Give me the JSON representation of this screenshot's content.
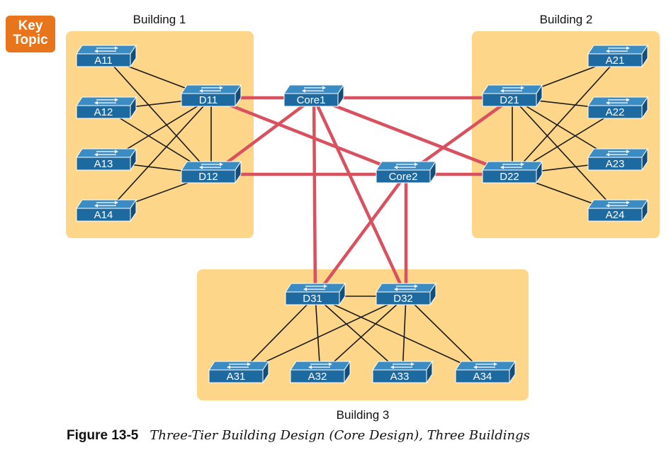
{
  "badge": {
    "line1": "Key",
    "line2": "Topic"
  },
  "colors": {
    "building": "#fdd68a",
    "switch": "#1d6aa0",
    "switch_top": "#3a8cc3",
    "core_link": "#d9505e",
    "access_link": "#1a1a1a"
  },
  "buildings": [
    {
      "id": "b1",
      "label": "Building 1"
    },
    {
      "id": "b2",
      "label": "Building 2"
    },
    {
      "id": "b3",
      "label": "Building 3"
    }
  ],
  "switches": [
    {
      "id": "A11",
      "label": "A11",
      "icon": "switch-icon"
    },
    {
      "id": "A12",
      "label": "A12",
      "icon": "switch-icon"
    },
    {
      "id": "A13",
      "label": "A13",
      "icon": "switch-icon"
    },
    {
      "id": "A14",
      "label": "A14",
      "icon": "switch-icon"
    },
    {
      "id": "D11",
      "label": "D11",
      "icon": "switch-icon"
    },
    {
      "id": "D12",
      "label": "D12",
      "icon": "switch-icon"
    },
    {
      "id": "Core1",
      "label": "Core1",
      "icon": "switch-icon"
    },
    {
      "id": "Core2",
      "label": "Core2",
      "icon": "switch-icon"
    },
    {
      "id": "D21",
      "label": "D21",
      "icon": "switch-icon"
    },
    {
      "id": "D22",
      "label": "D22",
      "icon": "switch-icon"
    },
    {
      "id": "A21",
      "label": "A21",
      "icon": "switch-icon"
    },
    {
      "id": "A22",
      "label": "A22",
      "icon": "switch-icon"
    },
    {
      "id": "A23",
      "label": "A23",
      "icon": "switch-icon"
    },
    {
      "id": "A24",
      "label": "A24",
      "icon": "switch-icon"
    },
    {
      "id": "D31",
      "label": "D31",
      "icon": "switch-icon"
    },
    {
      "id": "D32",
      "label": "D32",
      "icon": "switch-icon"
    },
    {
      "id": "A31",
      "label": "A31",
      "icon": "switch-icon"
    },
    {
      "id": "A32",
      "label": "A32",
      "icon": "switch-icon"
    },
    {
      "id": "A33",
      "label": "A33",
      "icon": "switch-icon"
    },
    {
      "id": "A34",
      "label": "A34",
      "icon": "switch-icon"
    }
  ],
  "core_links": [
    [
      "Core1",
      "D11"
    ],
    [
      "Core1",
      "D12"
    ],
    [
      "Core1",
      "D21"
    ],
    [
      "Core1",
      "D22"
    ],
    [
      "Core1",
      "D31"
    ],
    [
      "Core1",
      "D32"
    ],
    [
      "Core2",
      "D11"
    ],
    [
      "Core2",
      "D12"
    ],
    [
      "Core2",
      "D21"
    ],
    [
      "Core2",
      "D22"
    ],
    [
      "Core2",
      "D31"
    ],
    [
      "Core2",
      "D32"
    ]
  ],
  "access_links": [
    [
      "A11",
      "D11"
    ],
    [
      "A11",
      "D12"
    ],
    [
      "A12",
      "D11"
    ],
    [
      "A12",
      "D12"
    ],
    [
      "A13",
      "D11"
    ],
    [
      "A13",
      "D12"
    ],
    [
      "A14",
      "D11"
    ],
    [
      "A14",
      "D12"
    ],
    [
      "D11",
      "D12"
    ],
    [
      "A21",
      "D21"
    ],
    [
      "A21",
      "D22"
    ],
    [
      "A22",
      "D21"
    ],
    [
      "A22",
      "D22"
    ],
    [
      "A23",
      "D21"
    ],
    [
      "A23",
      "D22"
    ],
    [
      "A24",
      "D21"
    ],
    [
      "A24",
      "D22"
    ],
    [
      "D21",
      "D22"
    ],
    [
      "A31",
      "D31"
    ],
    [
      "A31",
      "D32"
    ],
    [
      "A32",
      "D31"
    ],
    [
      "A32",
      "D32"
    ],
    [
      "A33",
      "D31"
    ],
    [
      "A33",
      "D32"
    ],
    [
      "A34",
      "D31"
    ],
    [
      "A34",
      "D32"
    ],
    [
      "D31",
      "D32"
    ]
  ],
  "caption": {
    "number": "Figure 13-5",
    "title": "Three-Tier Building Design (Core Design), Three Buildings"
  }
}
